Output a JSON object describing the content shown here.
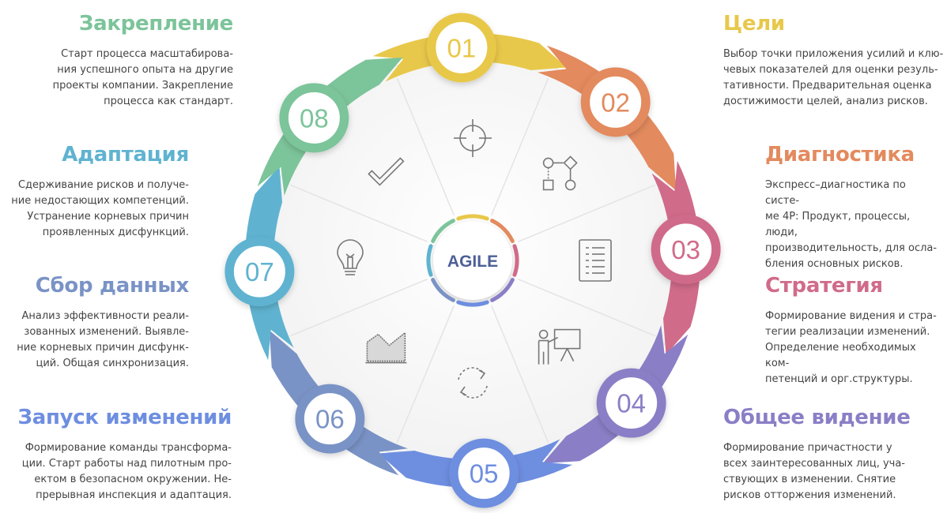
{
  "center_label": "AGILE",
  "stages": [
    {
      "num": "01",
      "title": "Цели",
      "color": "#e8c84a",
      "icon": "crosshair-icon",
      "lines": [
        "Выбор точки приложения усилий и клю-",
        "чевых показателей для оценки резуль-",
        "тативности. Предварительная оценка",
        "достижимости целей, анализ рисков."
      ]
    },
    {
      "num": "02",
      "title": "Диагностика",
      "color": "#e38a5e",
      "icon": "flowchart-icon",
      "lines": [
        "Экспресс–диагностика по систе-",
        "ме 4Р: Продукт, процессы, люди,",
        "производительность, для осла-",
        "бления основных рисков."
      ]
    },
    {
      "num": "03",
      "title": "Стратегия",
      "color": "#d06b8a",
      "icon": "checklist-icon",
      "lines": [
        "Формирование видения и стра-",
        "тегии реализации изменений.",
        "Определение необходимых ком-",
        "петенций и орг.структуры."
      ]
    },
    {
      "num": "04",
      "title": "Общее видение",
      "color": "#8a7fc6",
      "icon": "presentation-icon",
      "lines": [
        "Формирование причастности у",
        "всех заинтересованных лиц, уча-",
        "ствующих в изменении. Снятие",
        "рисков отторжения изменений."
      ]
    },
    {
      "num": "05",
      "title": "Запуск изменений",
      "color": "#6e8ee0",
      "icon": "cycle-arrows-icon",
      "lines": [
        "Формирование команды трансформа-",
        "ции. Старт работы над пилотным про-",
        "ектом в безопасном окружении. Не-",
        "прерывная инспекция и адаптация."
      ]
    },
    {
      "num": "06",
      "title": "Сбор данных",
      "color": "#7a93c6",
      "icon": "area-chart-icon",
      "lines": [
        "Анализ эффективности реали-",
        "зованных изменений. Выявле-",
        "ние корневых причин дисфунк-",
        "ций. Общая синхронизация."
      ]
    },
    {
      "num": "07",
      "title": "Адаптация",
      "color": "#5fb3d0",
      "icon": "lightbulb-icon",
      "lines": [
        "Сдерживание рисков и получе-",
        "ние недостающих компетенций.",
        "Устранение корневых причин",
        "проявленных дисфункций."
      ]
    },
    {
      "num": "08",
      "title": "Закрепление",
      "color": "#7cc49a",
      "icon": "checkmark-icon",
      "lines": [
        "Старт процесса масштабирова-",
        "ния успешного опыта на другие",
        "проекты компании. Закрепление",
        "процесса как стандарт."
      ]
    }
  ]
}
